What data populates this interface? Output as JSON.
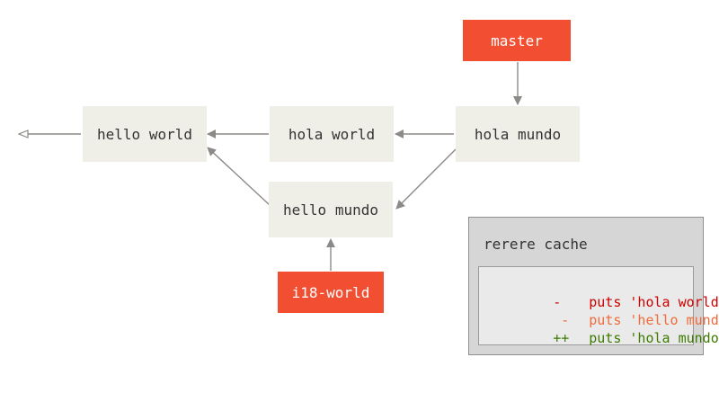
{
  "commits": {
    "hello_world": "hello world",
    "hola_world": "hola world",
    "hola_mundo": "hola mundo",
    "hello_mundo": "hello mundo"
  },
  "branches": {
    "master": "master",
    "i18": "i18-world"
  },
  "rerere_cache": {
    "title": "rerere cache",
    "lines": [
      {
        "marker": "-",
        "text": "puts 'hola world'",
        "color": "#cc0000"
      },
      {
        "marker": " -",
        "text": "puts 'hello mundo'",
        "color": "#f06a3a"
      },
      {
        "marker": "++",
        "text": "puts 'hola mundo'",
        "color": "#3c7a00"
      }
    ]
  },
  "colors": {
    "commit_bg": "#f0efe7",
    "branch_bg": "#f14e32",
    "arrow": "#8b8a86"
  }
}
